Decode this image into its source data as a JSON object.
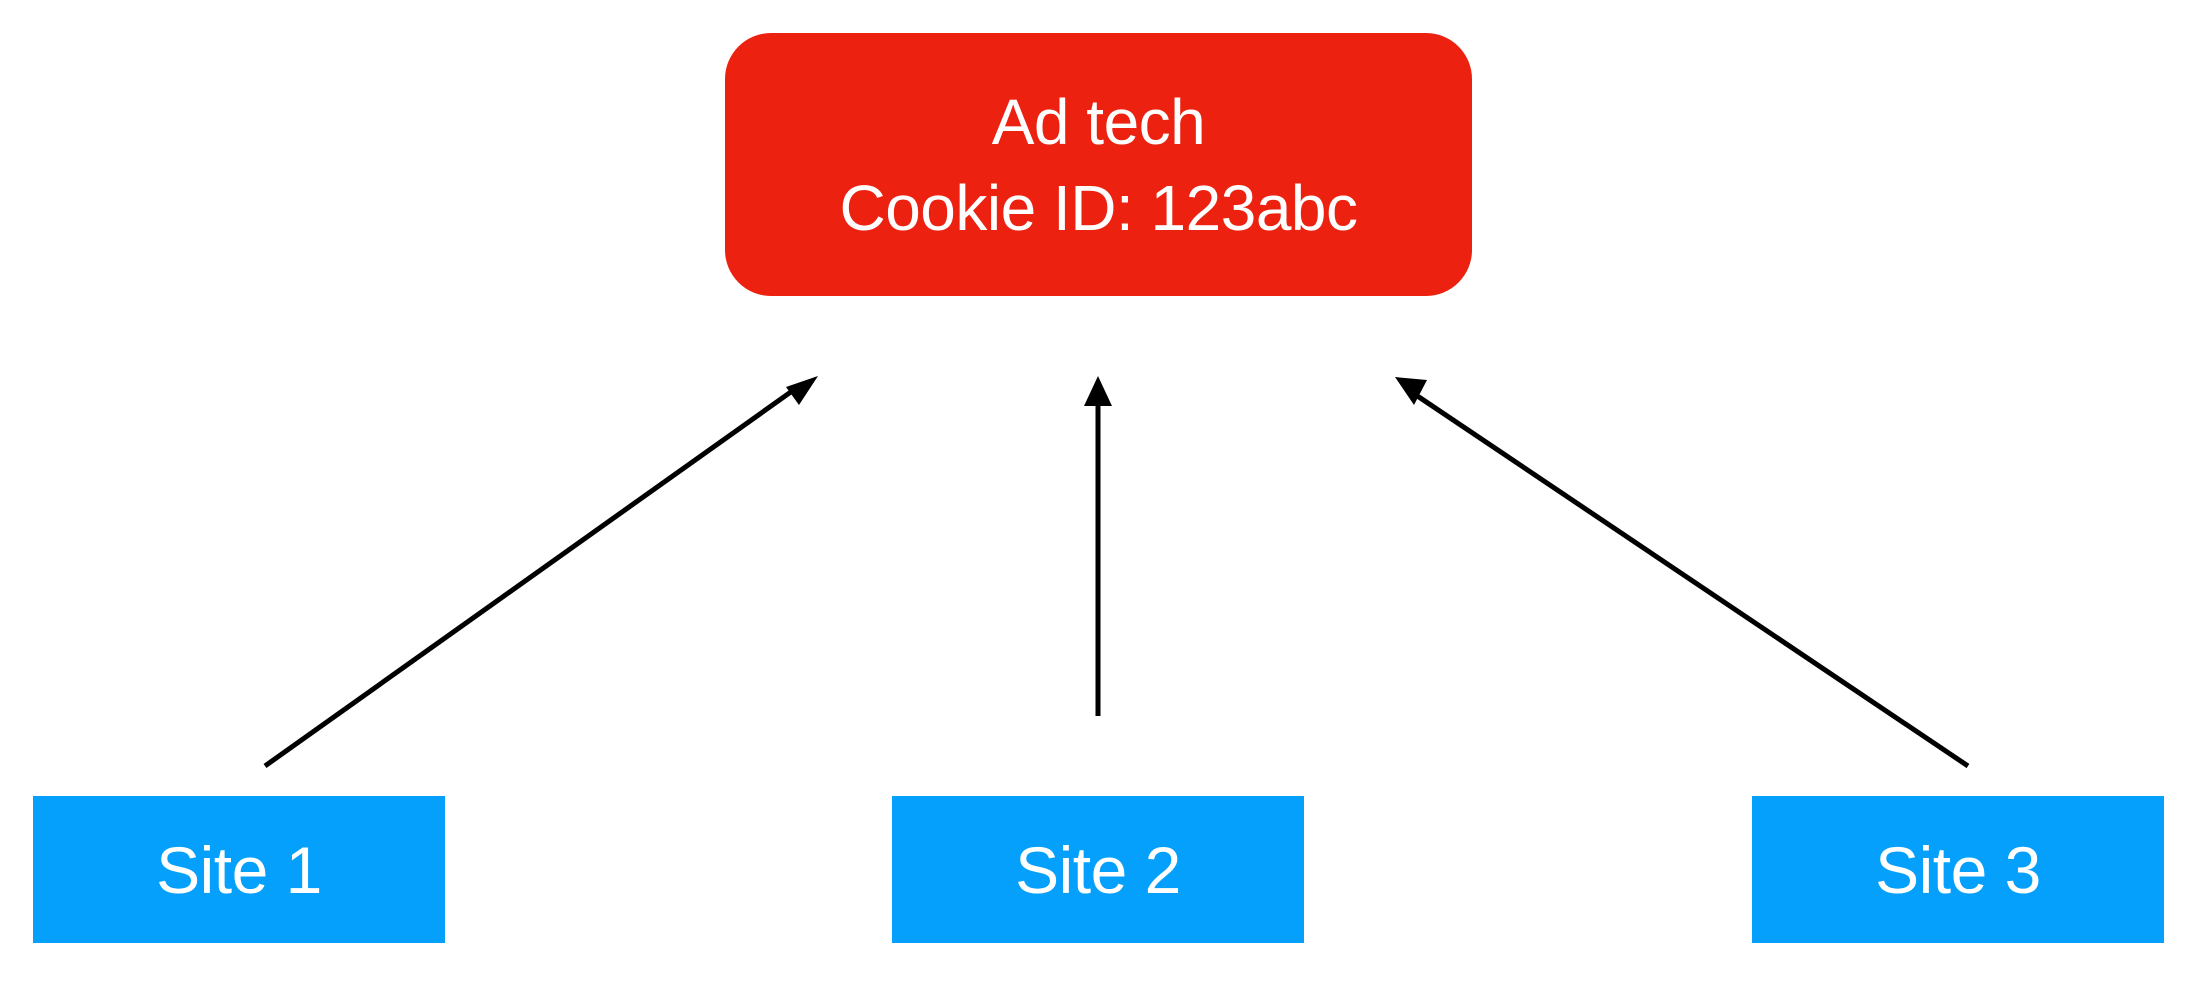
{
  "hub": {
    "title": "Ad tech",
    "subtitle": "Cookie ID: 123abc",
    "color": "#ec2110"
  },
  "sites": [
    {
      "label": "Site 1"
    },
    {
      "label": "Site 2"
    },
    {
      "label": "Site 3"
    }
  ],
  "site_color": "#04a0fb",
  "arrow_color": "#000000",
  "connections": [
    {
      "from": "Site 1",
      "to": "Ad tech"
    },
    {
      "from": "Site 2",
      "to": "Ad tech"
    },
    {
      "from": "Site 3",
      "to": "Ad tech"
    }
  ]
}
